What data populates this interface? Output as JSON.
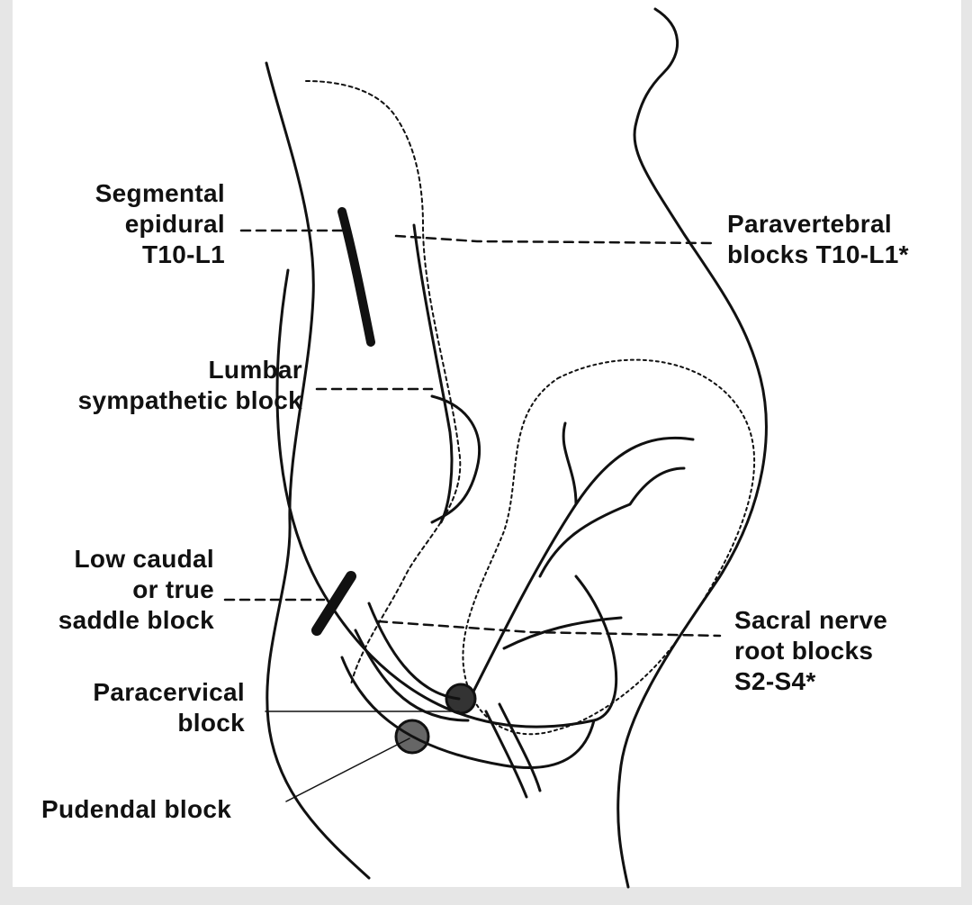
{
  "labels": {
    "segmental_epidural": [
      "Segmental",
      "epidural",
      "T10-L1"
    ],
    "paravertebral": [
      "Paravertebral",
      "blocks T10-L1*"
    ],
    "lumbar_sympathetic": [
      "Lumbar",
      "sympathetic block"
    ],
    "low_caudal": [
      "Low caudal",
      "or true",
      "saddle block"
    ],
    "sacral_nerve_root": [
      "Sacral nerve",
      "root blocks",
      "S2-S4*"
    ],
    "paracervical": [
      "Paracervical",
      "block"
    ],
    "pudendal": [
      "Pudendal block"
    ]
  },
  "colors": {
    "ink": "#111111",
    "paper": "#ffffff",
    "border": "#e6e6e6"
  }
}
